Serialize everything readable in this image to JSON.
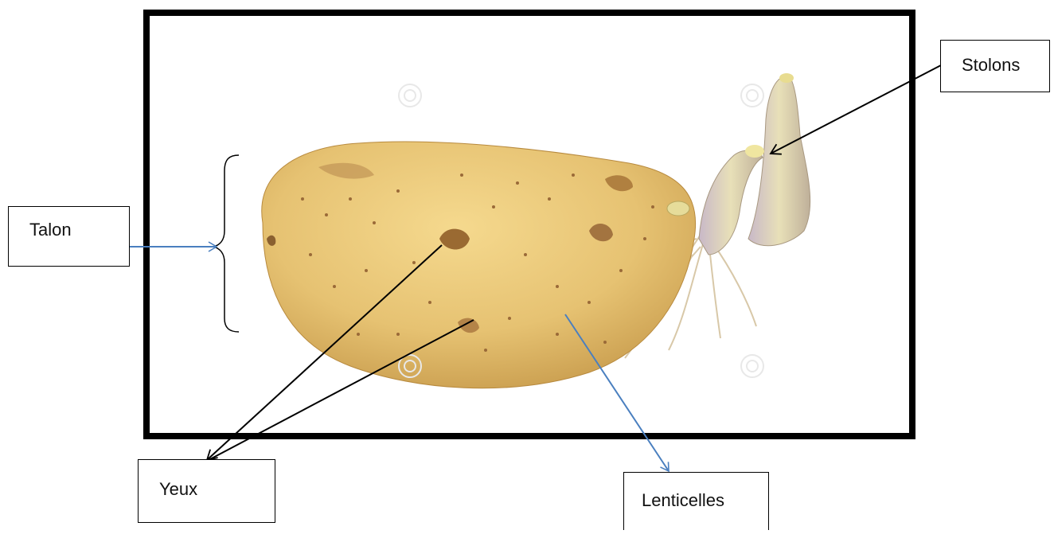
{
  "labels": {
    "talon": "Talon",
    "stolons": "Stolons",
    "yeux": "Yeux",
    "lenticelles": "Lenticelles"
  },
  "colors": {
    "frame": "#000000",
    "blue_arrow": "#4a7fbf",
    "black_arrow": "#000000",
    "potato_skin": "#e6c272",
    "sprout": "#d9cfa0",
    "root": "#d8c8a8"
  },
  "icons": {
    "photo": "sprouting-potato-photo"
  }
}
